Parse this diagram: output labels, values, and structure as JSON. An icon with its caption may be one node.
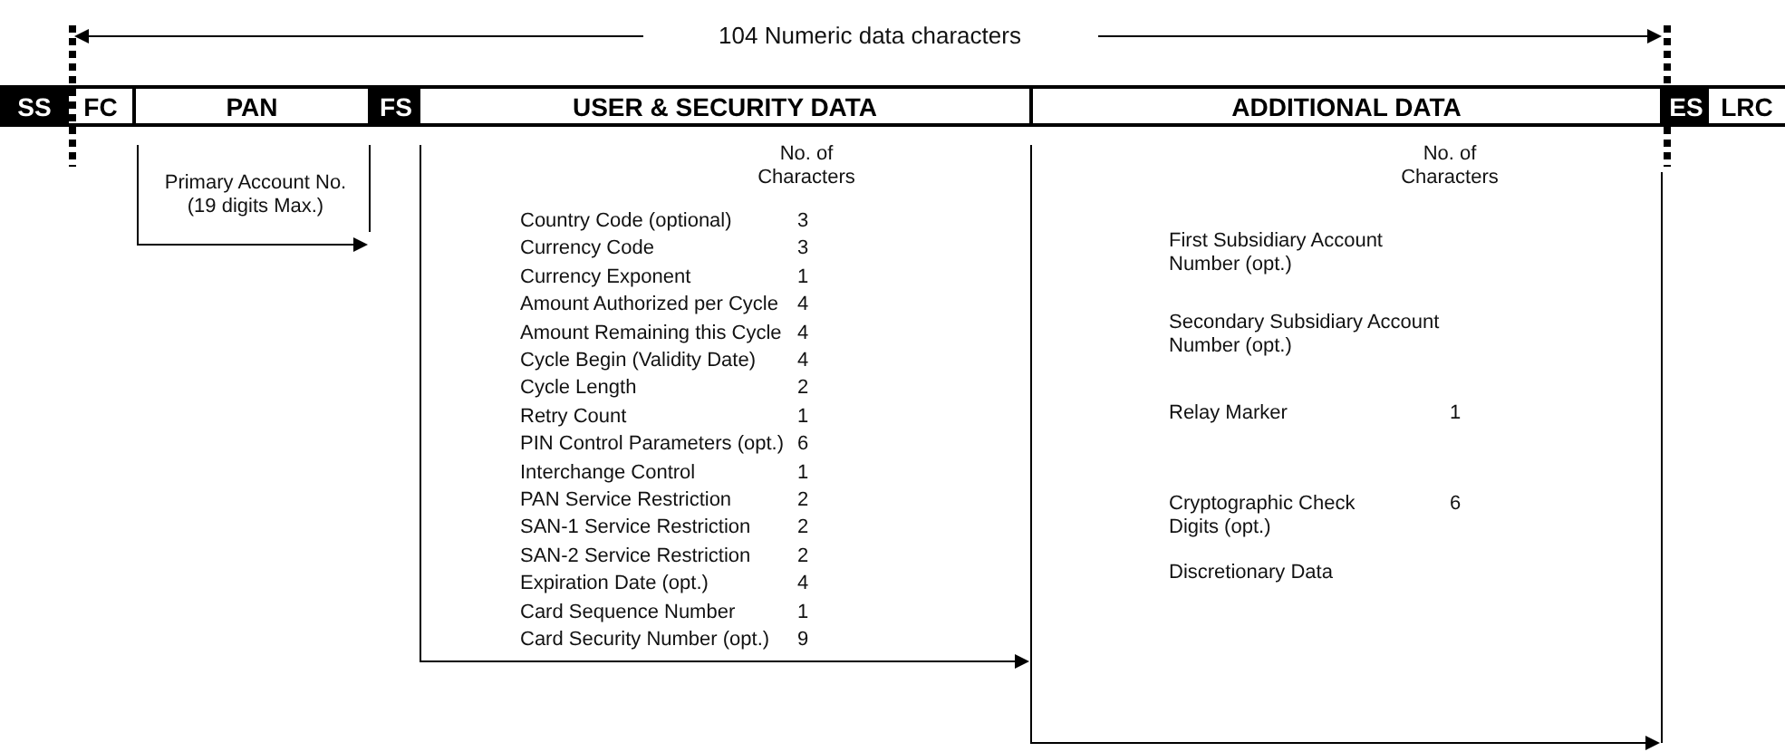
{
  "diagram": {
    "nodes": [
      {
        "text": [
          "SS"
        ]
      },
      {
        "text": [
          "FC"
        ]
      },
      {
        "text": [
          "PAN"
        ]
      },
      {
        "text": [
          "FS"
        ]
      },
      {
        "text": [
          "USER & SECURITY DATA"
        ]
      },
      {
        "text": [
          "ADDITIONAL DATA"
        ]
      },
      {
        "text": [
          "ES"
        ]
      },
      {
        "text": [
          "LRC"
        ]
      }
    ],
    "labels": [
      "104 Numeric data characters",
      "Primary Account No. (19 digits Max.)",
      "No. of Characters",
      "Country Code (optional)",
      "3",
      "Currency Code",
      "3",
      "Currency Exponent",
      "1",
      "Amount Authorized per Cycle",
      "4",
      "Amount Remaining this Cycle",
      "4",
      "Cycle Begin (Validity Date)",
      "4",
      "Cycle Length",
      "2",
      "Retry Count",
      "1",
      "PIN Control Parameters (opt.)",
      "6",
      "Interchange Control",
      "1",
      "PAN Service Restriction",
      "2",
      "SAN-1 Service Restriction",
      "2",
      "SAN-2 Service Restriction",
      "2",
      "Expiration Date (opt.)",
      "4",
      "Card Sequence Number",
      "1",
      "Card Security Number (opt.)",
      "9",
      "No. of Characters",
      "First Subsidiary Account Number (opt.)",
      "Secondary Subsidiary Account Number (opt.)",
      "Relay Marker",
      "1",
      "Cryptographic Check Digits (opt.)",
      "6",
      "Discretionary Data"
    ]
  }
}
